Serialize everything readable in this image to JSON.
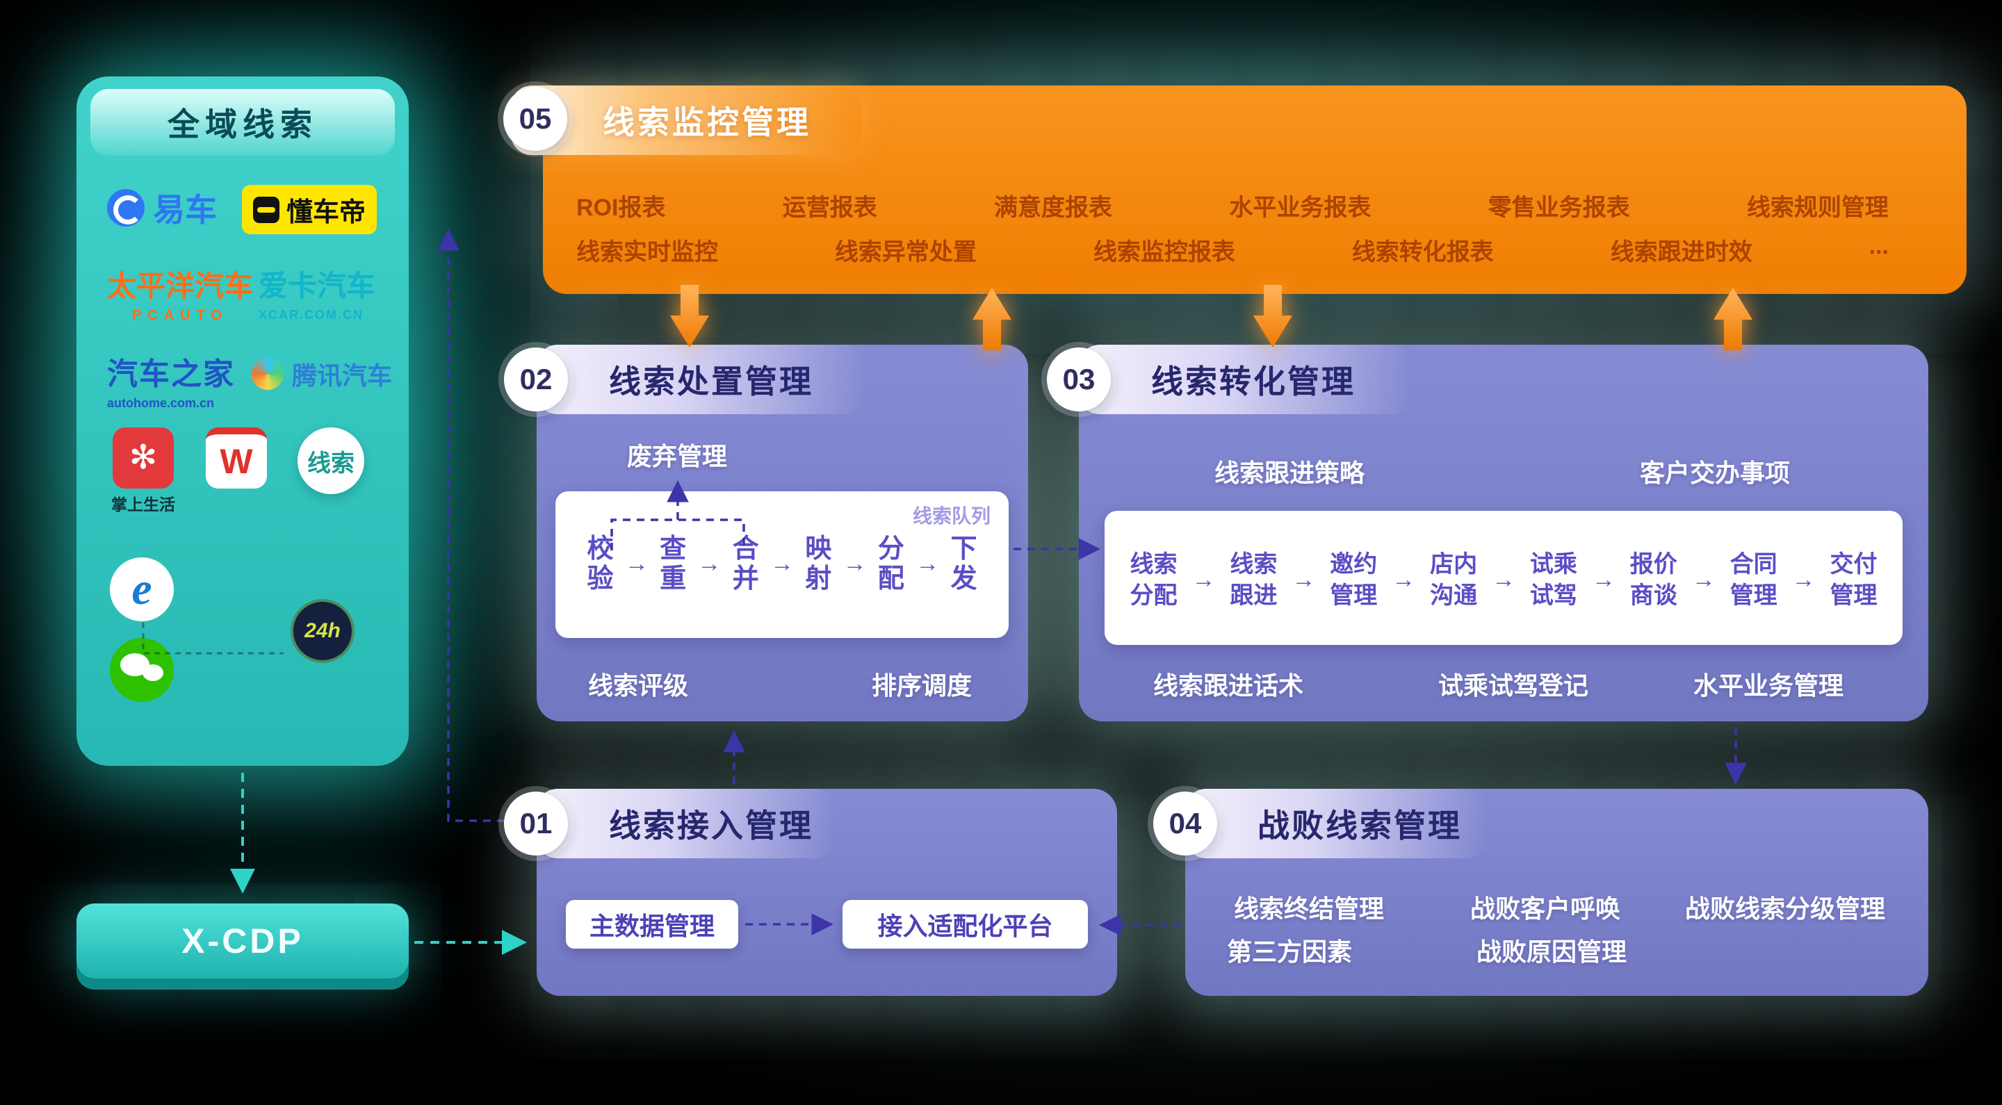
{
  "ui": {
    "flow_arrow": "→"
  },
  "left_panel": {
    "title": "全域线索",
    "xcdp": "X-CDP",
    "logos": {
      "yiche": {
        "label": "易车"
      },
      "dongchedi": {
        "label": "懂车帝"
      },
      "pcauto": {
        "label": "太平洋汽车",
        "sub": "PCAUTO"
      },
      "xcar": {
        "label": "爱卡汽车",
        "sub": "XCAR.COM.CN"
      },
      "autohome": {
        "label": "汽车之家",
        "sub": "autohome.com.cn"
      },
      "tencent_auto": {
        "label": "腾讯汽车"
      },
      "zhangshang": {
        "label": "掌上生活"
      },
      "w_app": {
        "label": "W"
      },
      "xiansuo": {
        "label": "线索"
      },
      "ie": {
        "label": "e"
      },
      "h24": {
        "label": "24h"
      }
    }
  },
  "monitor": {
    "badge": "05",
    "title": "线索监控管理",
    "row1": [
      "ROI报表",
      "运营报表",
      "满意度报表",
      "水平业务报表",
      "零售业务报表",
      "线索规则管理"
    ],
    "row2": [
      "线索实时监控",
      "线索异常处置",
      "线索监控报表",
      "线索转化报表",
      "线索跟进时效",
      "..."
    ]
  },
  "disposal": {
    "badge": "02",
    "title": "线索处置管理",
    "discard_label": "废弃管理",
    "queue_label": "线索队列",
    "steps": [
      "校验",
      "查重",
      "合并",
      "映射",
      "分配",
      "下发"
    ],
    "bottom": [
      "线索评级",
      "排序调度"
    ]
  },
  "conversion": {
    "badge": "03",
    "title": "线索转化管理",
    "top": [
      "线索跟进策略",
      "客户交办事项"
    ],
    "steps": [
      "线索分配",
      "线索跟进",
      "邀约管理",
      "店内沟通",
      "试乘试驾",
      "报价商谈",
      "合同管理",
      "交付管理"
    ],
    "bottom": [
      "线索跟进话术",
      "试乘试驾登记",
      "水平业务管理"
    ]
  },
  "access": {
    "badge": "01",
    "title": "线索接入管理",
    "items": [
      "主数据管理",
      "接入适配化平台"
    ]
  },
  "defeat": {
    "badge": "04",
    "title": "战败线索管理",
    "row1": [
      "线索终结管理",
      "战败客户呼唤",
      "战败线索分级管理"
    ],
    "row2": [
      "第三方因素",
      "战败原因管理"
    ]
  },
  "colors": {
    "teal": "#2FC9C1",
    "orange": "#F5820B",
    "purple_box": "#7B80C9",
    "title_text": "#27276E",
    "step_text": "#5A4EC6"
  }
}
